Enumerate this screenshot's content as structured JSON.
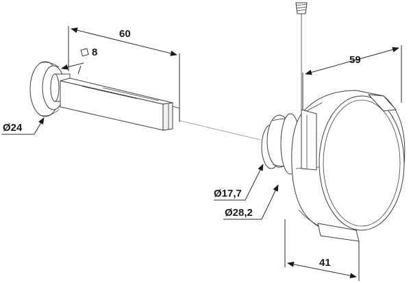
{
  "dimensions": {
    "spindle_length": "60",
    "square_section": "8",
    "rose_diameter": "Ø24",
    "knob_neck_diameter": "Ø17,7",
    "knob_rose_diameter": "Ø28,2",
    "knob_length": "59",
    "knob_width": "41"
  },
  "colors": {
    "line": "#2a2a2a",
    "background": "#ffffff"
  },
  "icons": {
    "square_symbol": "square-section-icon",
    "arrowheads": "dimension-arrow-icon",
    "screw": "screw-icon"
  }
}
